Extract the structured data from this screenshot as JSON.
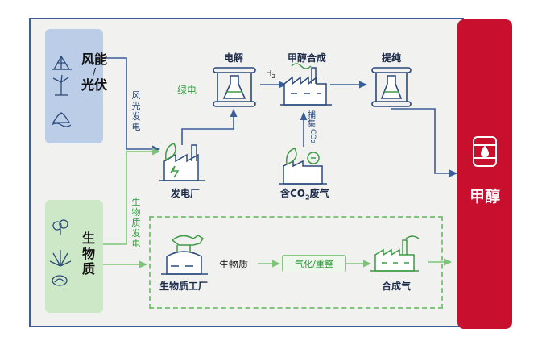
{
  "sources": {
    "wind_solar": {
      "line1": "风能",
      "sep": "/",
      "line2": "光伏"
    },
    "biomass": {
      "label": "生物质"
    }
  },
  "flows": {
    "wind_power": "风光发电",
    "biomass_power": "生物质发电"
  },
  "nodes": {
    "electrolysis": "电解",
    "methanol_synthesis": "甲醇合成",
    "purification": "提纯",
    "power_plant": "发电厂",
    "co2_waste_gas": {
      "prefix": "含CO",
      "sub": "2",
      "suffix": "废气"
    },
    "biomass_plant": "生物质工厂",
    "syngas": "合成气"
  },
  "edges": {
    "green_power": "绿电",
    "hydrogen": {
      "main": "H",
      "sub": "2"
    },
    "capture_co2": {
      "text": "捕集",
      "molecule": "CO",
      "sub": "2"
    },
    "biomass_feed": "生物质",
    "gasify_reform": "气化/重整"
  },
  "output": {
    "label": "甲醇"
  },
  "colors": {
    "frame_border": "#3f5e95",
    "blue_arrow": "#3a5d9a",
    "green_arrow": "#7cc576",
    "methanol_red": "#c8102e",
    "icon_navy": "#2b4a7a",
    "icon_green": "#3f9b46"
  }
}
